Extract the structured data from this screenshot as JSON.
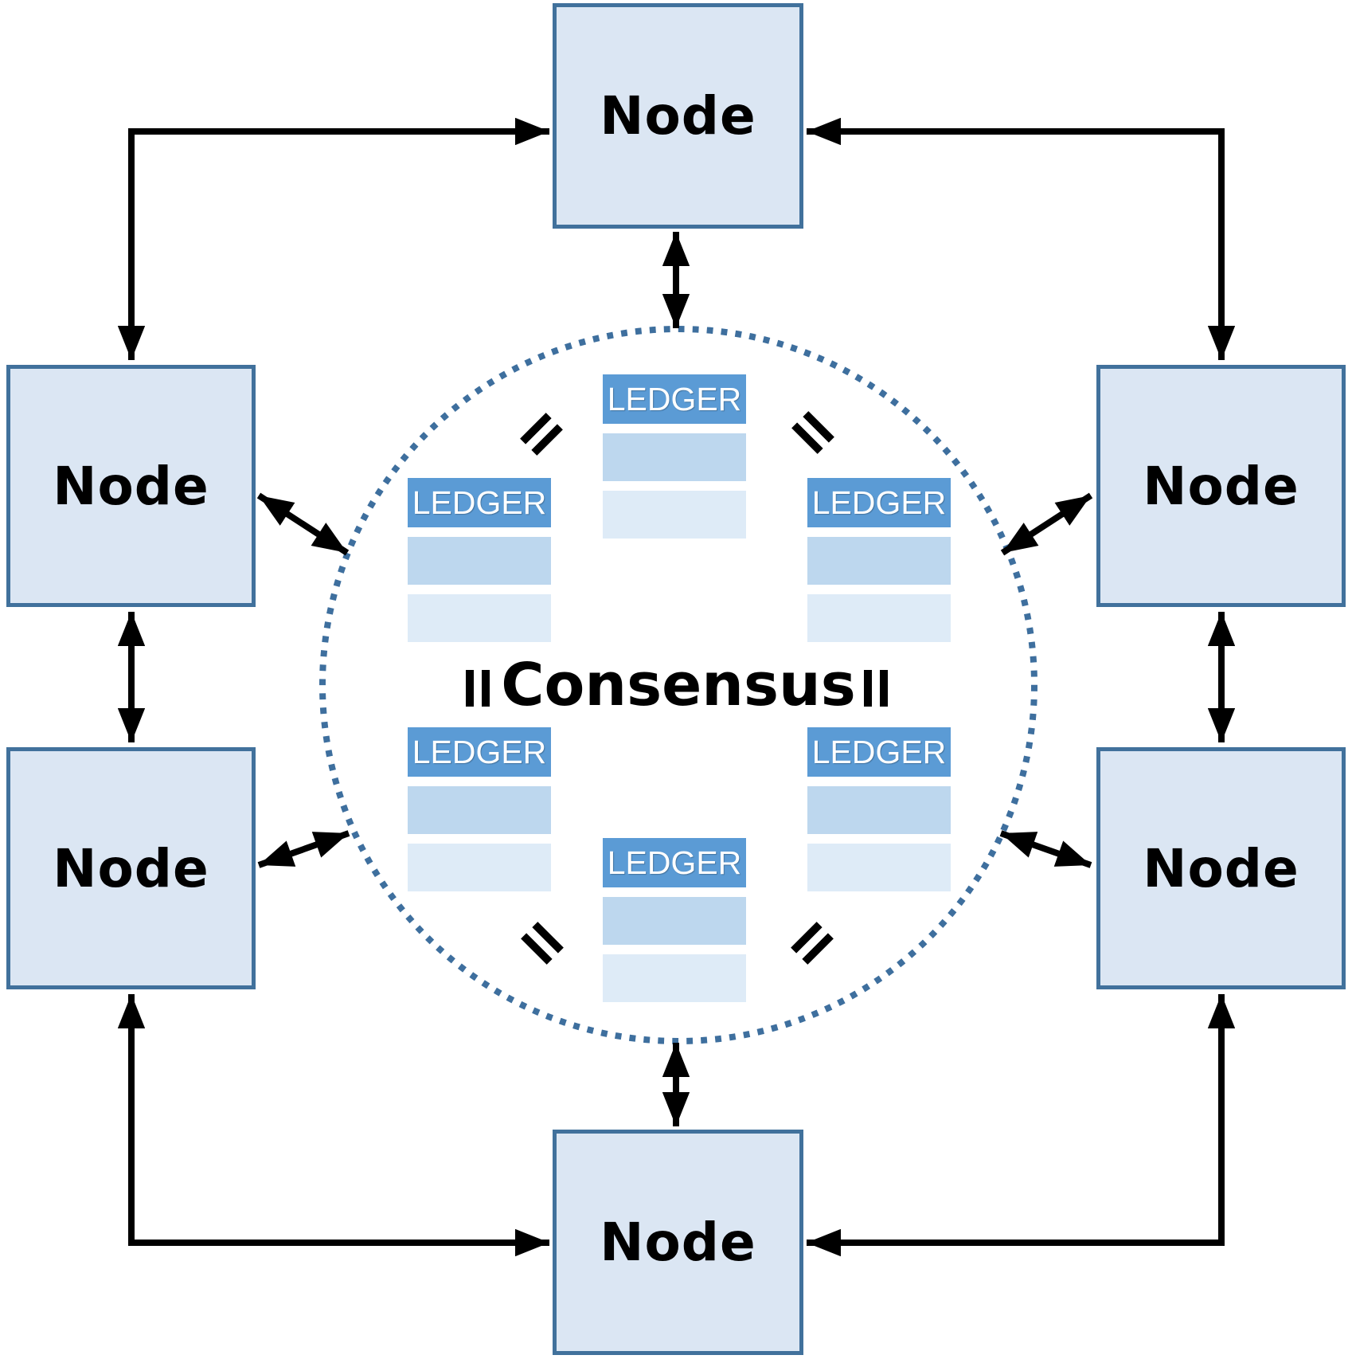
{
  "diagram": {
    "consensus_label": "Consensus",
    "equals_symbol": "=",
    "nodes": [
      {
        "id": "top",
        "label": "Node"
      },
      {
        "id": "upper-left",
        "label": "Node"
      },
      {
        "id": "upper-right",
        "label": "Node"
      },
      {
        "id": "lower-left",
        "label": "Node"
      },
      {
        "id": "lower-right",
        "label": "Node"
      },
      {
        "id": "bottom",
        "label": "Node"
      }
    ],
    "ledgers": [
      {
        "position": "top-center",
        "label": "LEDGER",
        "blank_rows": 2
      },
      {
        "position": "upper-left",
        "label": "LEDGER",
        "blank_rows": 2
      },
      {
        "position": "upper-right",
        "label": "LEDGER",
        "blank_rows": 2
      },
      {
        "position": "lower-left",
        "label": "LEDGER",
        "blank_rows": 2
      },
      {
        "position": "lower-right",
        "label": "LEDGER",
        "blank_rows": 2
      },
      {
        "position": "bottom-center",
        "label": "LEDGER",
        "blank_rows": 2
      }
    ],
    "equals_signs": [
      {
        "position": "between-top-and-upper-left"
      },
      {
        "position": "between-top-and-upper-right"
      },
      {
        "position": "between-upper-left-and-lower-left"
      },
      {
        "position": "between-upper-right-and-lower-right"
      },
      {
        "position": "between-lower-left-and-bottom"
      },
      {
        "position": "between-lower-right-and-bottom"
      }
    ],
    "colors": {
      "node_fill": "#dbe6f3",
      "node_border": "#41719c",
      "ledger_header_fill": "#5b9bd5",
      "ledger_header_text": "#ffffff",
      "ledger_row1_fill": "#bdd7ee",
      "ledger_row2_fill": "#deebf7",
      "circle_dots": "#3e6f9e",
      "arrow": "#000000"
    }
  }
}
